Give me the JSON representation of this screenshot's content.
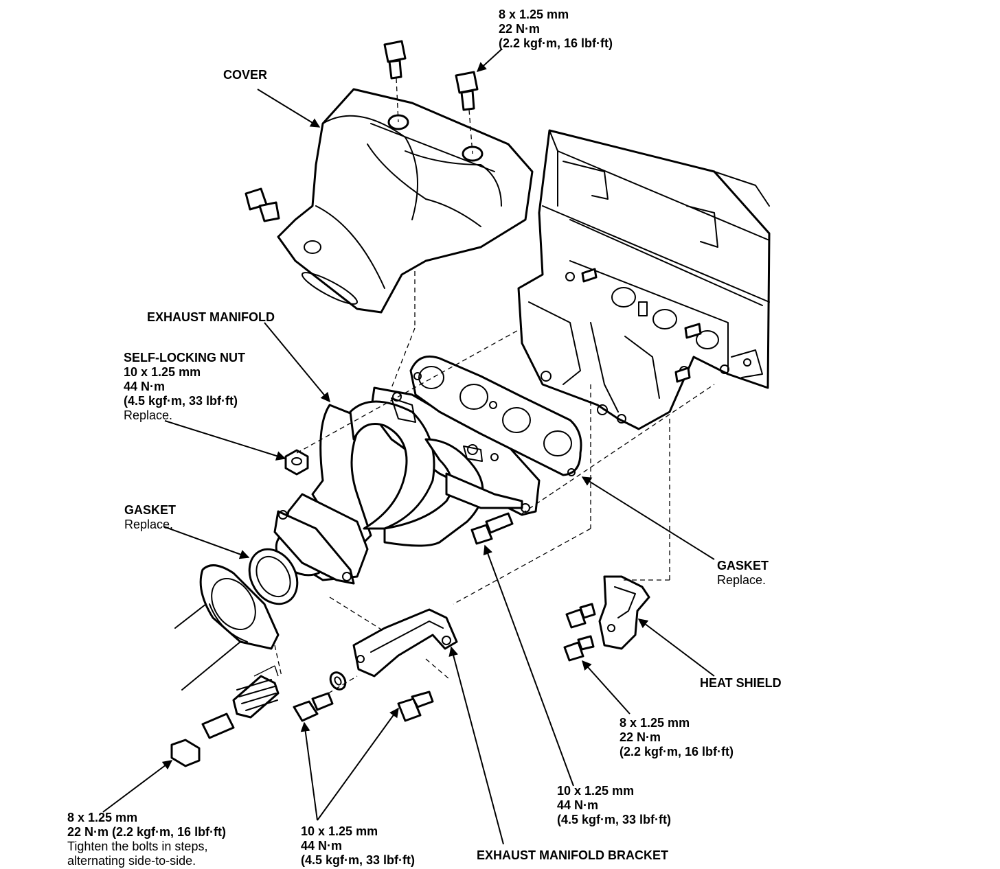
{
  "callouts": {
    "top_bolt": {
      "lines": [
        "8 x 1.25 mm",
        "22 N·m",
        "(2.2 kgf·m, 16 lbf·ft)"
      ]
    },
    "cover": {
      "lines": [
        "COVER"
      ]
    },
    "exhaust_manifold": {
      "lines": [
        "EXHAUST MANIFOLD"
      ]
    },
    "self_locking_nut": {
      "lines": [
        "SELF-LOCKING NUT",
        "10 x 1.25 mm",
        "44 N·m",
        "(4.5 kgf·m, 33 lbf·ft)",
        "Replace."
      ]
    },
    "gasket_left": {
      "lines": [
        "GASKET",
        "Replace."
      ]
    },
    "gasket_right": {
      "lines": [
        "GASKET",
        "Replace."
      ]
    },
    "heat_shield": {
      "lines": [
        "HEAT SHIELD"
      ]
    },
    "heat_shield_bolt": {
      "lines": [
        "8 x 1.25 mm",
        "22 N·m",
        "(2.2 kgf·m, 16 lbf·ft)"
      ]
    },
    "manifold_bolt": {
      "lines": [
        "10 x 1.25 mm",
        "44 N·m",
        "(4.5 kgf·m, 33 lbf·ft)"
      ]
    },
    "spring_bolt": {
      "lines": [
        "8 x 1.25 mm",
        "22 N·m (2.2 kgf·m, 16 lbf·ft)",
        "Tighten the bolts in steps,",
        "alternating side-to-side."
      ]
    },
    "bracket_bolts": {
      "lines": [
        "10 x 1.25 mm",
        "44 N·m",
        "(4.5 kgf·m, 33 lbf·ft)"
      ]
    },
    "bracket": {
      "lines": [
        "EXHAUST MANIFOLD BRACKET"
      ]
    }
  },
  "colors": {
    "ink": "#000000",
    "paper": "#ffffff"
  }
}
